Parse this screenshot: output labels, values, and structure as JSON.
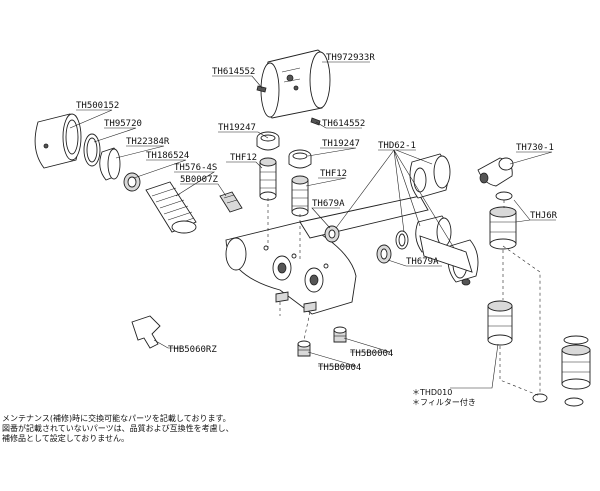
{
  "labels": {
    "th972933r": "TH972933R",
    "th614552_a": "TH614552",
    "th614552_b": "TH614552",
    "th500152": "TH500152",
    "th95720": "TH95720",
    "th22384r": "TH22384R",
    "th186524": "TH186524",
    "th576_4s": "TH576-4S",
    "th19247_a": "TH19247",
    "th19247_b": "TH19247",
    "thf12_a": "THF12",
    "thf12_b": "THF12",
    "th5b0007z": "5B0007Z",
    "thd62_1": "THD62-1",
    "th679a_a": "TH679A",
    "th679a_b": "TH679A",
    "th730_1": "TH730-1",
    "thj6r": "THJ6R",
    "thb5060rz": "THB5060RZ",
    "th5b0004_a": "TH5B0004",
    "th5b0004_b": "TH5B0004",
    "thd010": "＊THD010",
    "filter_note": "＊フィルター付き"
  },
  "note": {
    "line1": "メンテナンス(補修)時に交換可能なパーツを記載しております。",
    "line2": "図番が記載されていないパーツは、品質および互換性を考慮し、",
    "line3": "補修品として設定しておりません。"
  }
}
